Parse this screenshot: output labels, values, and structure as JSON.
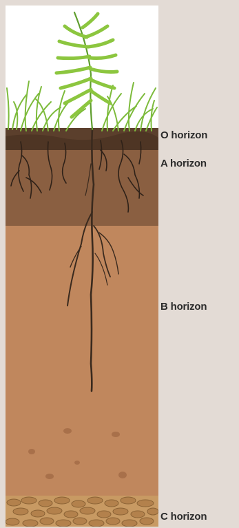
{
  "horizons": {
    "o": "O horizon",
    "a": "A horizon",
    "b": "B horizon",
    "c": "C horizon"
  },
  "colors": {
    "background": "#e3dbd5",
    "o_horizon": "#5b3f2c",
    "a_horizon": "#8a5f41",
    "b_horizon": "#c0875d",
    "c_horizon": "#c89a63",
    "roots": "#3a2a1e",
    "grass": "#7dbb3c"
  }
}
